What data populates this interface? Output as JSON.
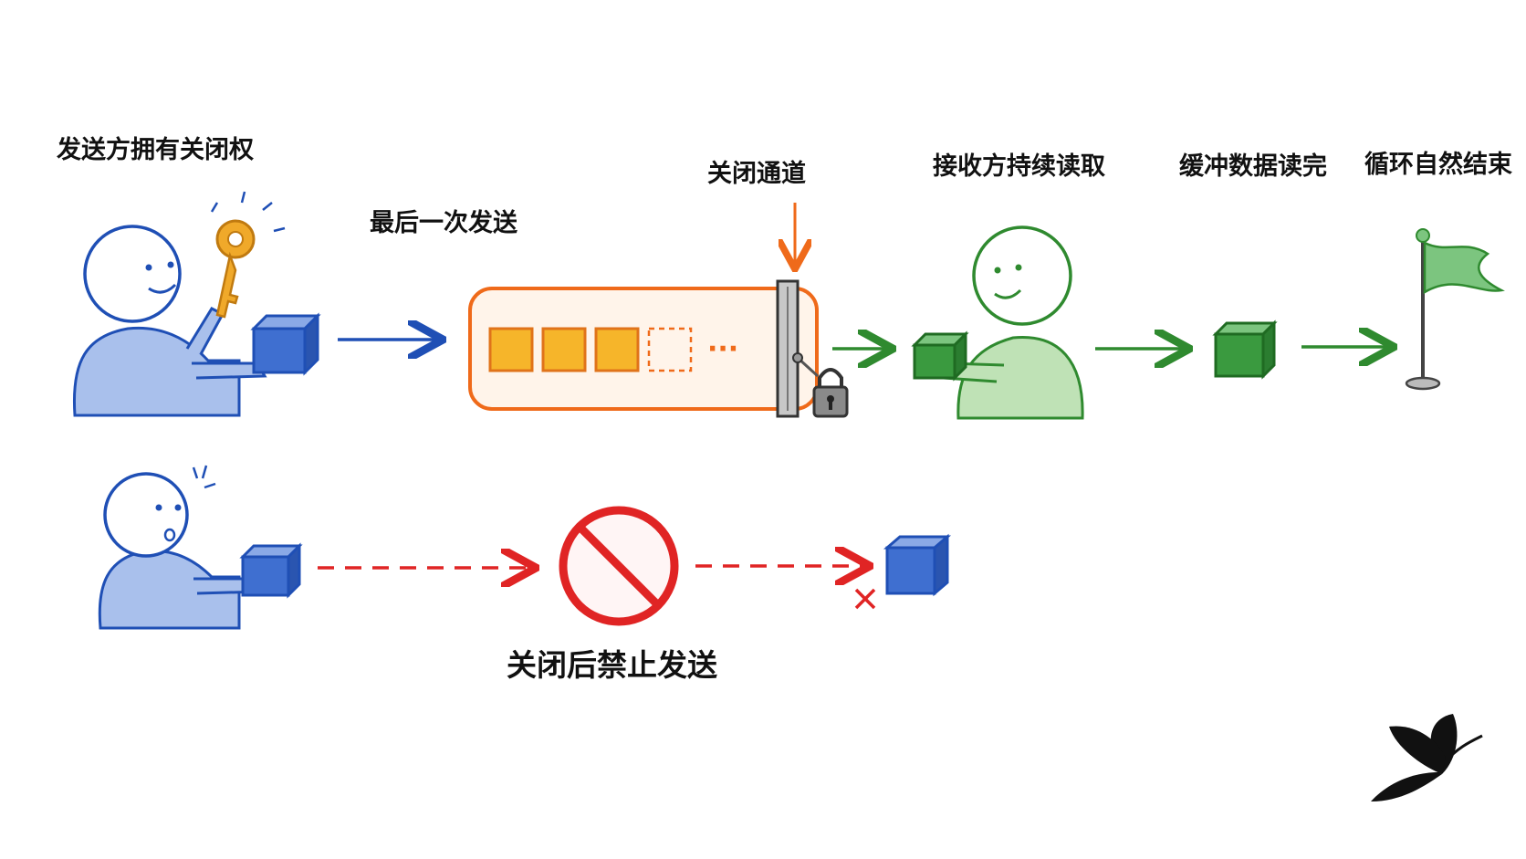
{
  "labels": {
    "sender_owns_close": "发送方拥有关闭权",
    "last_send": "最后一次发送",
    "close_channel": "关闭通道",
    "receiver_reads": "接收方持续读取",
    "buffer_done": "缓冲数据读完",
    "loop_ends": "循环自然结束",
    "no_send_after_close": "关闭后禁止发送"
  },
  "buffer": {
    "filled_slots": 3,
    "empty_slots": 1,
    "ellipsis": "···"
  },
  "colors": {
    "sender_blue": "#1f4fb5",
    "sender_fill": "#a9c0ec",
    "channel_orange": "#ef6a1a",
    "slot_yellow": "#f6b52a",
    "receiver_green": "#2f8a2f",
    "receiver_fill": "#bfe2b6",
    "cube_green": "#3a9a3f",
    "forbidden_red": "#e02424",
    "key_gold": "#f0a92a",
    "lock_gray": "#6f6f6f"
  },
  "icons": [
    "key-icon",
    "lock-icon",
    "flag-icon",
    "prohibited-icon",
    "cross-icon",
    "butterfly-logo"
  ]
}
